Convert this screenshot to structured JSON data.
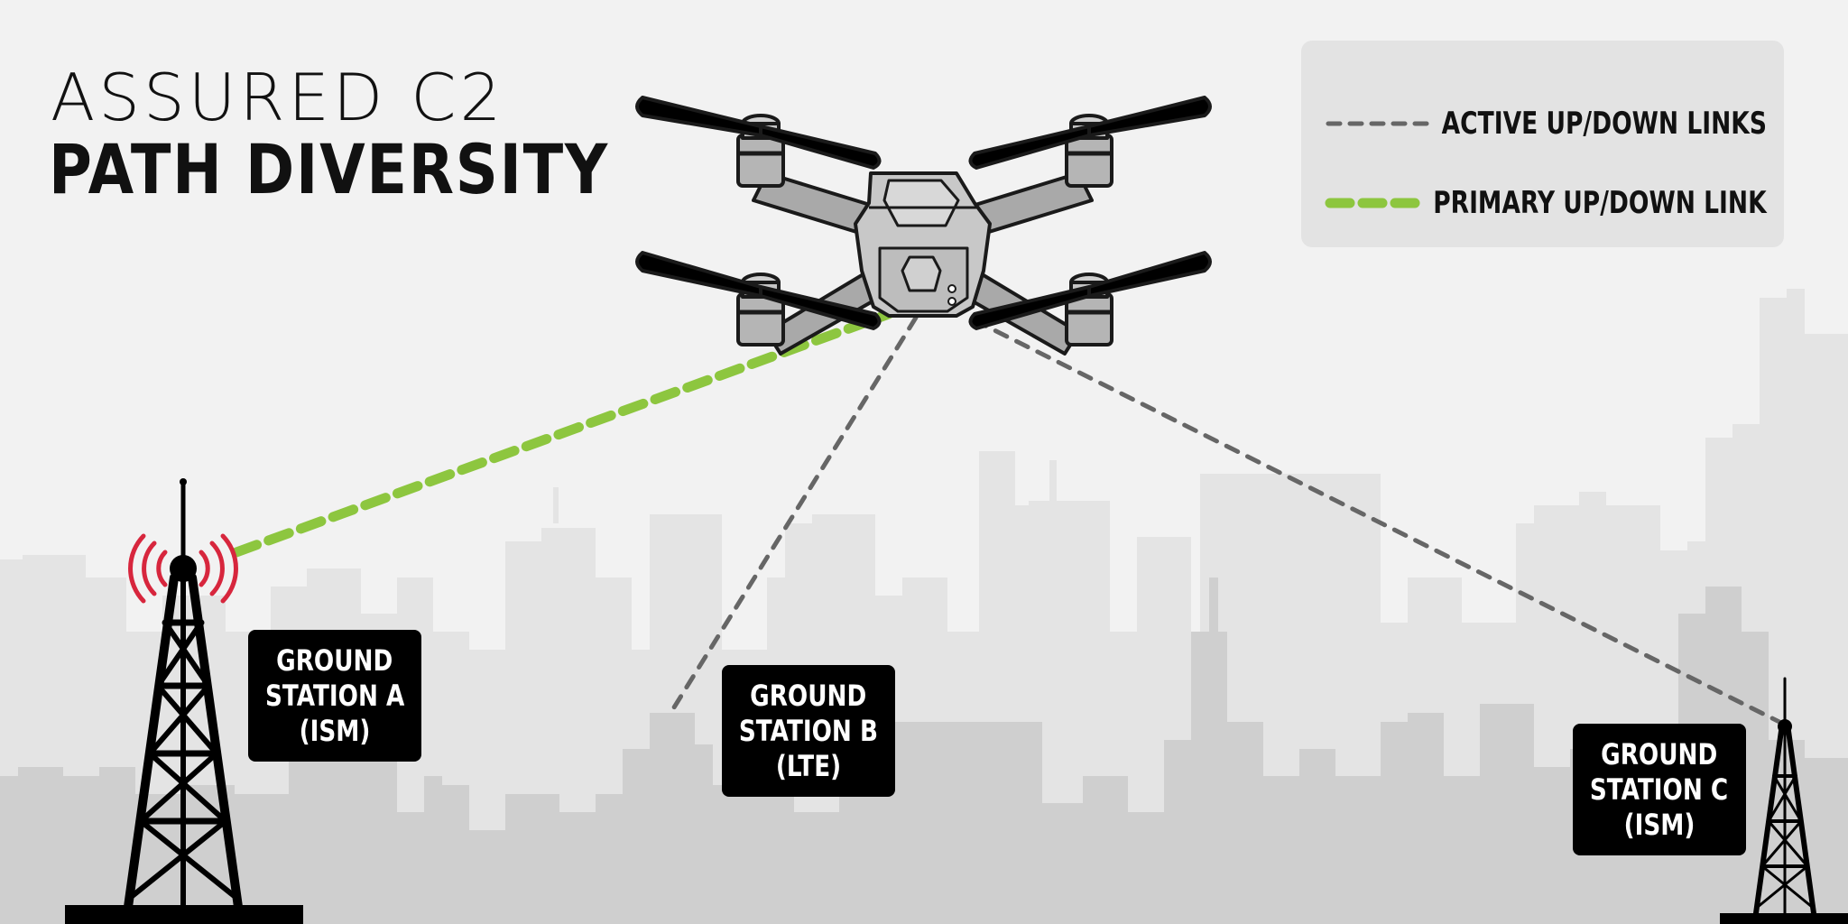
{
  "title": {
    "line1": "ASSURED C2",
    "line2": "PATH DIVERSITY"
  },
  "legend": {
    "active_label": "ACTIVE UP/DOWN LINKS",
    "primary_label": "PRIMARY UP/DOWN LINK"
  },
  "stations": {
    "a": {
      "line1": "GROUND",
      "line2": "STATION A",
      "line3": "(ISM)"
    },
    "b": {
      "line1": "GROUND",
      "line2": "STATION B",
      "line3": "(LTE)"
    },
    "c": {
      "line1": "GROUND",
      "line2": "STATION C",
      "line3": "(ISM)"
    }
  },
  "colors": {
    "background": "#f2f2f2",
    "skyline_far": "#e4e4e4",
    "skyline_near": "#cfcfcf",
    "primary_link": "#8dc63f",
    "active_link": "#666666",
    "signal": "#d7263d",
    "drone_body": "#c8c8c8",
    "label_bg": "#000000"
  },
  "icons": [
    "drone-icon",
    "radio-tower-icon",
    "signal-waves-icon",
    "city-skyline"
  ]
}
